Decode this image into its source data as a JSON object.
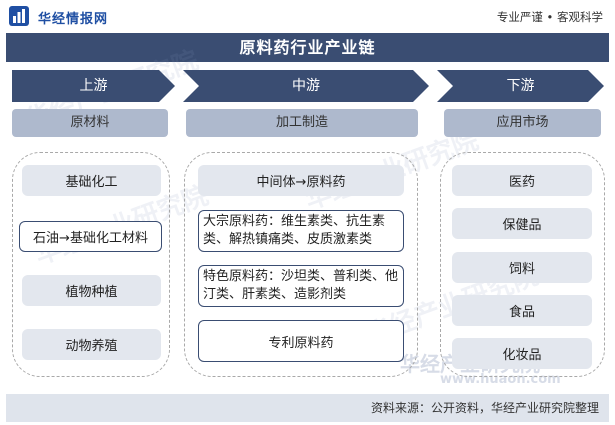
{
  "header": {
    "brand": "华经情报网",
    "slogan": "专业严谨 • 客观科学"
  },
  "title": "原料药行业产业链",
  "stages": [
    {
      "label": "上游",
      "category": "原材料"
    },
    {
      "label": "中游",
      "category": "加工制造"
    },
    {
      "label": "下游",
      "category": "应用市场"
    }
  ],
  "upstream": [
    "基础化工",
    "石油→基础化工材料",
    "植物种植",
    "动物养殖"
  ],
  "midstream": [
    "中间体→原料药",
    "大宗原料药：维生素类、抗生素类、解热镇痛类、皮质激素类",
    "特色原料药：沙坦类、普利类、他汀类、肝素类、造影剂类",
    "专利原料药"
  ],
  "downstream": [
    "医药",
    "保健品",
    "饲料",
    "食品",
    "化妆品"
  ],
  "watermark": {
    "text": "华经产业研究院",
    "url": "www.huaon.com"
  },
  "footer": {
    "source": "资料来源：公开资料，华经产业研究院整理"
  },
  "colors": {
    "primary": "#3a4d72",
    "category_bg": "#aeb9cd",
    "item_bg": "#e3e7ee",
    "footer_bg": "#dfe4ec",
    "brand": "#1f4fa3"
  }
}
